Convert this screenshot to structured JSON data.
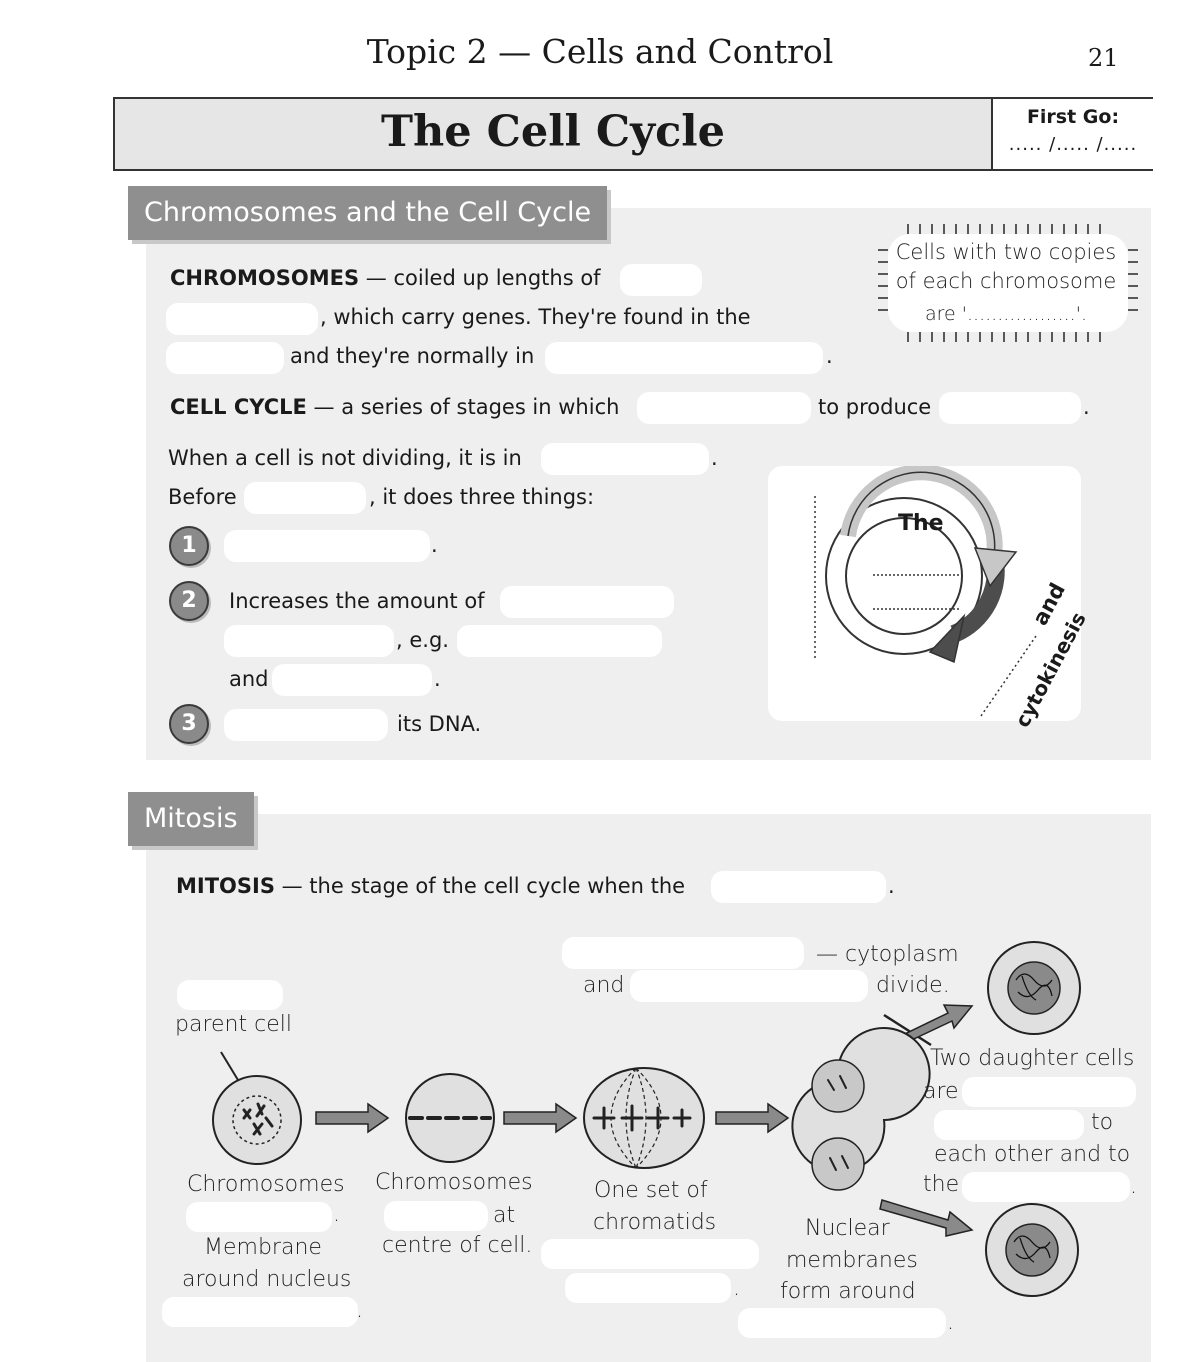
{
  "header": {
    "topic": "Topic 2 — Cells and Control",
    "page_number": "21"
  },
  "title": "The Cell Cycle",
  "first_go": {
    "label": "First Go:",
    "date": "..... /..... /....."
  },
  "section1": {
    "heading": "Chromosomes and the Cell Cycle",
    "chromosomes_term": "CHROMOSOMES",
    "chromosomes_text1": " — coiled up lengths of",
    "chromosomes_text2": ", which carry genes.  They're found in the",
    "chromosomes_text3": "and they're normally in",
    "period": ".",
    "callout_line1": "Cells with two copies",
    "callout_line2": "of each chromosome",
    "callout_line3": "are '..................'.",
    "cycle_term": "CELL CYCLE",
    "cycle_text1": " — a series of stages in which",
    "cycle_text2": "to produce",
    "notdividing_text": "When a cell is not dividing, it is in",
    "before_text1": "Before",
    "before_text2": ", it does three things:",
    "steps": [
      {
        "num": "1",
        "text": ""
      },
      {
        "num": "2",
        "text": "Increases the amount of"
      },
      {
        "num": "3",
        "text": "its DNA."
      }
    ],
    "eg_text": ", e.g.",
    "and_text": "and",
    "diagram_the": "The",
    "diagram_and": "and",
    "diagram_cytokinesis": "cytokinesis"
  },
  "section2": {
    "heading": "Mitosis",
    "mitosis_term": "MITOSIS",
    "mitosis_text": " — the stage of the cell cycle when the",
    "parent_cell": "parent cell",
    "cytoplasm": "— cytoplasm",
    "divide": "divide.",
    "and_text": "and",
    "chromosomes_a": "Chromosomes",
    "membrane1": "Membrane",
    "membrane2": "around nucleus",
    "chromosomes_b": "Chromosomes",
    "at": "at",
    "centre": "centre of cell.",
    "one_set1": "One set of",
    "one_set2": "chromatids",
    "nuclear1": "Nuclear",
    "nuclear2": "membranes",
    "nuclear3": "form around",
    "two_daughter": "Two daughter cells",
    "are": "are",
    "to": "to",
    "each_other": "each other and to",
    "the": "the",
    "dot": "."
  },
  "colors": {
    "panel": "#efefef",
    "tab": "#8f8f8f",
    "title_bar": "#e6e6e6"
  }
}
